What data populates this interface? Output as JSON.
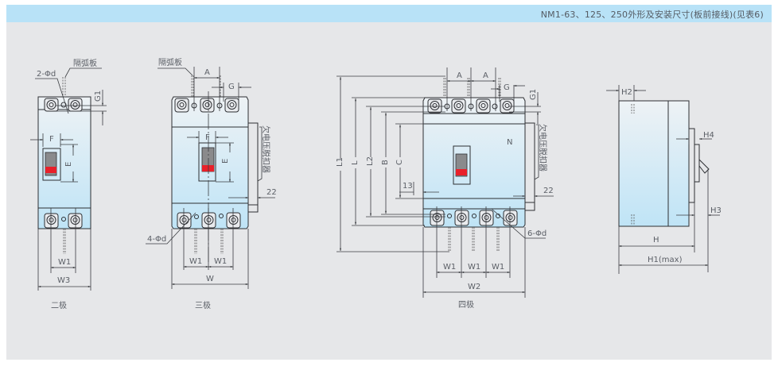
{
  "header": {
    "title": "NM1-63、125、250外形及安装尺寸(板前接线)(见表6)",
    "background": "#b8e2f7"
  },
  "colors": {
    "panel_background": "#e6e7e9",
    "body_gradient_top": "#eef2f5",
    "body_gradient_bottom": "#bfe4f6",
    "handle_red": "#e8202a",
    "handle_gray": "#8a8a8c",
    "line": "#2d2f33",
    "text": "#5b5f66"
  },
  "diagrams": {
    "two_pole": {
      "caption": "二极",
      "labels": {
        "arc_barrier": "隔弧板",
        "mount_holes": "2-Φd",
        "G1": "G1",
        "F": "F",
        "E": "E",
        "W1": "W1",
        "W3": "W3"
      }
    },
    "three_pole": {
      "caption": "三极",
      "labels": {
        "arc_barrier": "隔弧板",
        "A": "A",
        "G": "G",
        "F": "F",
        "E": "E",
        "undervoltage_release": "欠电压脱扣器",
        "offset_22": "22",
        "mount_holes": "4-Φd",
        "W1_left": "W1",
        "W1_right": "W1",
        "W": "W"
      }
    },
    "four_pole": {
      "caption": "四极",
      "labels": {
        "A_left": "A",
        "A_right": "A",
        "G": "G",
        "G1": "G1",
        "L1": "L1",
        "L": "L",
        "L2": "L2",
        "B": "B",
        "C": "C",
        "N": "N",
        "offset_13": "13",
        "undervoltage_release": "欠电压脱扣器",
        "offset_22": "22",
        "mount_holes": "6-Φd",
        "W1_1": "W1",
        "W1_2": "W1",
        "W1_3": "W1",
        "W2": "W2"
      }
    },
    "side_view": {
      "labels": {
        "H2": "H2",
        "H4": "H4",
        "H3": "H3",
        "H": "H",
        "H1": "H1(max)"
      }
    }
  }
}
